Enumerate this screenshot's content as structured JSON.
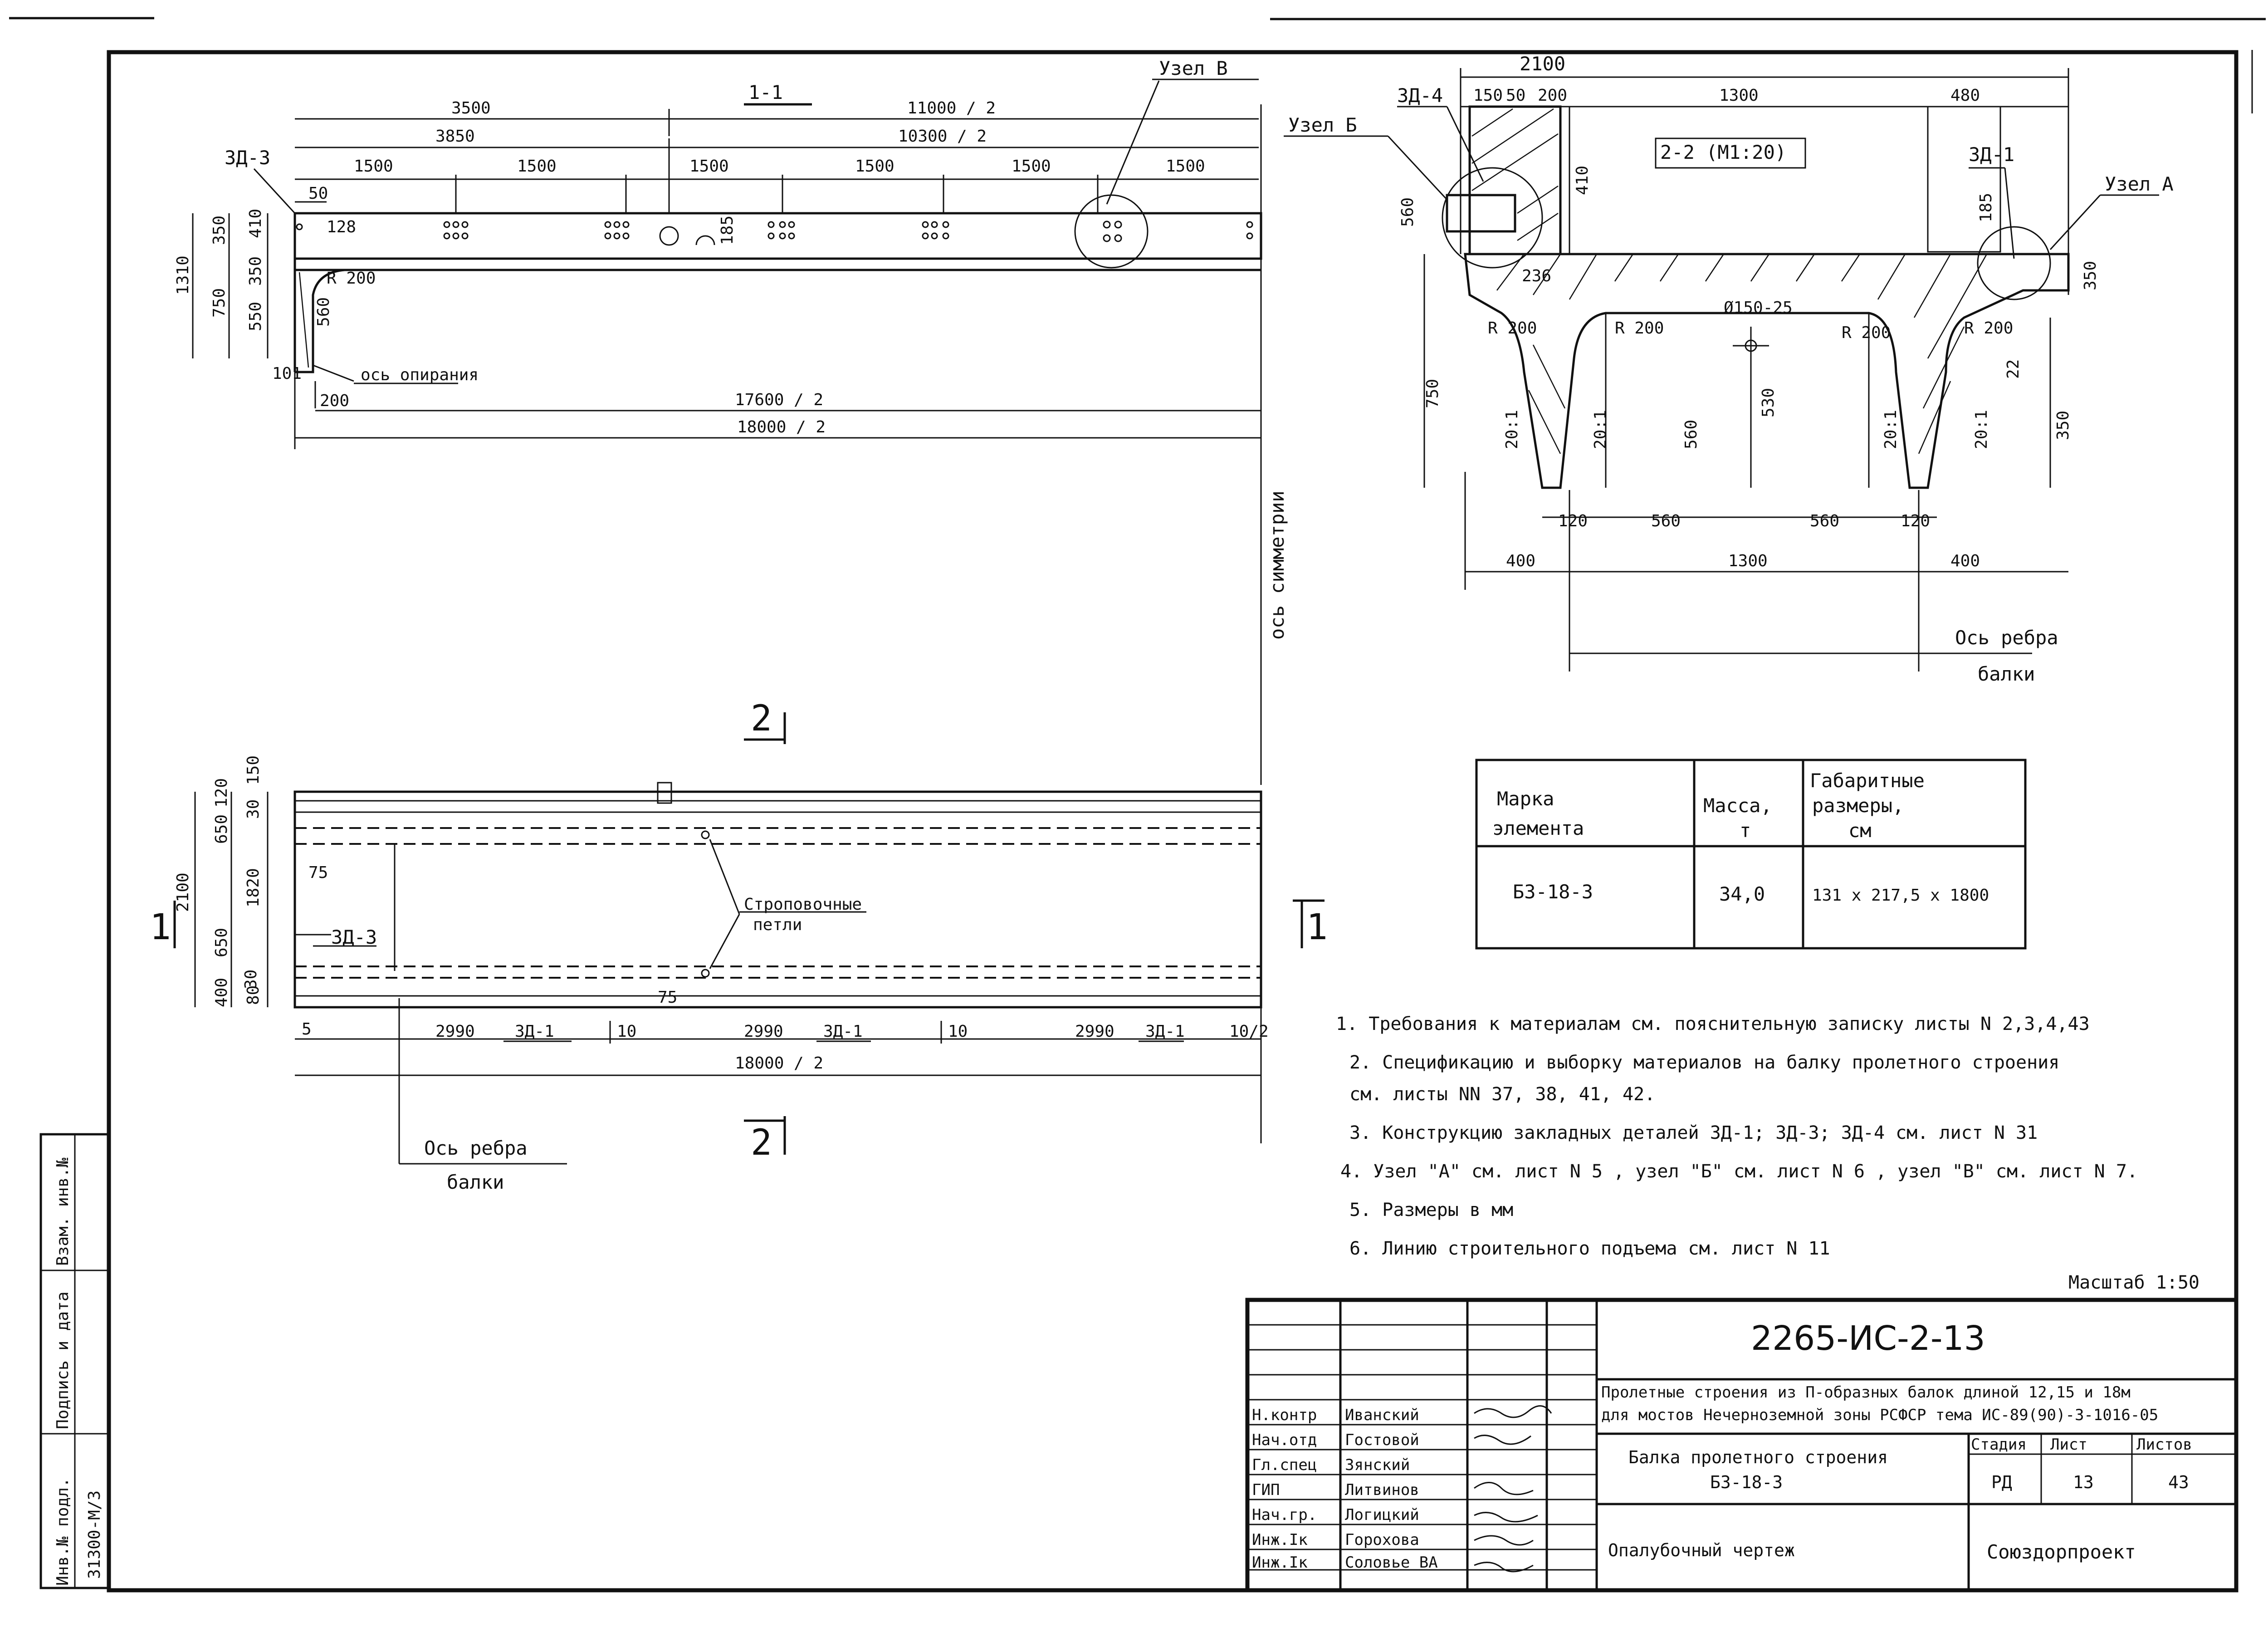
{
  "section_11": {
    "title": "1-1",
    "node_v": "Узел В",
    "dim_3500": "3500",
    "dim_11000": "11000 / 2",
    "dim_3850": "3850",
    "dim_10300": "10300 / 2",
    "spacings": [
      "1500",
      "1500",
      "1500",
      "1500",
      "1500",
      "1500"
    ],
    "dim_50": "50",
    "dim_128": "128",
    "dim_185": "185",
    "dim_17600": "17600 / 2",
    "dim_18000": "18000 / 2",
    "dim_200": "200",
    "dim_101": "101",
    "r200": "R 200",
    "dim_560": "560",
    "left_total": "1310",
    "left_350": "350",
    "left_410": "410",
    "left_750": "750",
    "left_350b": "350",
    "left_550": "550",
    "zd3": "ЗД-3",
    "axis_support": "ось опирания",
    "axis_sym": "ось симметрии"
  },
  "section_22": {
    "title": "2-2 (М1:20)",
    "top_2100": "2100",
    "d150": "150",
    "d50": "50",
    "d200": "200",
    "d1300": "1300",
    "d480": "480",
    "node_b": "Узел Б",
    "node_a": "Узел А",
    "zd4": "ЗД-4",
    "zd1": "ЗД-1",
    "d560": "560",
    "d410": "410",
    "d185": "185",
    "d236": "236",
    "d350r": "350",
    "d750": "750",
    "r200": "R 200",
    "dia": "Ø150-25",
    "d560v": "560",
    "d530": "530",
    "d350": "350",
    "slope": "20:1",
    "d120a": "120",
    "d560a": "560",
    "d560b": "560",
    "d120b": "120",
    "d400a": "400",
    "d1300b": "1300",
    "d400b": "400",
    "d22": "22",
    "axis_rib": "Ось ребра",
    "axis_rib2": "балки"
  },
  "plan": {
    "marker_2": "2",
    "marker_1": "1",
    "d2100": "2100",
    "d150": "150",
    "d30": "30",
    "d120": "120",
    "d650": "650",
    "d1820": "1820",
    "d650b": "650",
    "d400": "400",
    "d30b": "30",
    "d80": "80",
    "d75": "75",
    "d75b": "75",
    "zd3": "ЗД-3",
    "loops": "Строповочные",
    "loops2": "петли",
    "d5": "5",
    "d2990a": "2990",
    "zd1a": "ЗД-1",
    "d10a": "10",
    "d2990b": "2990",
    "zd1b": "ЗД-1",
    "d10b": "10",
    "d2990c": "2990",
    "zd1c": "ЗД-1",
    "d10c": "10/2",
    "d18000": "18000 / 2",
    "axis_rib": "Ось ребра",
    "axis_rib2": "балки"
  },
  "table": {
    "h1a": "Марка",
    "h1b": "элемента",
    "h2a": "Масса,",
    "h2b": "т",
    "h3a": "Габаритные",
    "h3b": "размеры,",
    "h3c": "см",
    "mark": "БЗ-18-3",
    "mass": "34,0",
    "dims": "131 х 217,5 х 1800"
  },
  "notes": [
    "1. Требования к материалам см. пояснительную записку листы N 2,3,4,43",
    "2. Спецификацию и выборку материалов на балку пролетного строения",
    "   см. листы NN 37, 38, 41, 42.",
    "3. Конструкцию закладных деталей ЗД-1; ЗД-3; ЗД-4 см. лист N 31",
    "4. Узел \"А\" см. лист N 5     , узел \"Б\" см. лист N 6 ,      узел \"В\" см. лист N 7.",
    "5. Размеры в мм",
    "6. Линию строительного подъема см. лист N 11"
  ],
  "scale": "Масштаб 1:50",
  "title_block": {
    "code": "2265-ИС-2-13",
    "project1": "Пролетные строения из П-образных балок длиной 12,15 и 18м",
    "project2": "для мостов Нечерноземной зоны РСФСР тема ИС-89(90)-3-1016-05",
    "drawing_name1": "Балка пролетного строения",
    "drawing_name2": "БЗ-18-3",
    "drawing_type": "Опалубочный чертеж",
    "org": "Союздорпроект",
    "stage_h": "Стадия",
    "sheet_h": "Лист",
    "sheets_h": "Листов",
    "stage": "РД",
    "sheet": "13",
    "sheets": "43",
    "roles": [
      "Н.контр",
      "Нач.отд",
      "Гл.спец",
      "ГИП",
      "Нач.гр.",
      "Инж.Iк",
      "Инж.Iк"
    ],
    "names": [
      "Иванский",
      "Гостовой",
      "Зянский",
      "Литвинов",
      "Логицкий",
      "Горохова",
      "Соловье ВА"
    ]
  },
  "side_stamp": {
    "inv": "Инв.№ подл.",
    "sign": "Подпись и дата",
    "replace": "Взам. инв.№",
    "inv_val": "31300-М/3"
  }
}
